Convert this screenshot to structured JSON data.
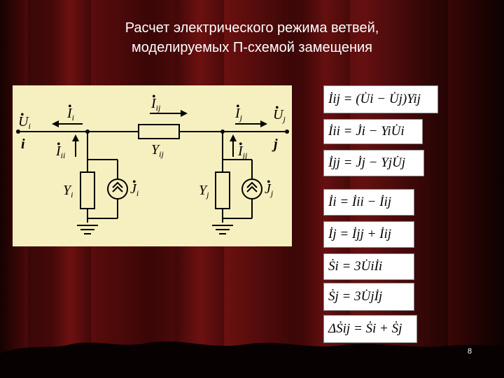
{
  "slide": {
    "title_line1": "Расчет электрического режима ветвей,",
    "title_line2": "моделируемых П-схемой замещения",
    "page_number": "8"
  },
  "circuit": {
    "labels": {
      "u_i": "U",
      "u_i_sub": "i",
      "i_i": "I",
      "i_i_sub": "i",
      "i_ij": "I",
      "i_ij_sub": "ij",
      "i_j": "I",
      "i_j_sub": "j",
      "u_j": "U",
      "u_j_sub": "j",
      "node_i": "i",
      "node_j": "j",
      "i_ii": "I",
      "i_ii_sub": "ii",
      "y_ij": "Y",
      "y_ij_sub": "ij",
      "i_jj": "I",
      "i_jj_sub": "jj",
      "y_i": "Y",
      "y_i_sub": "i",
      "j_i": "J",
      "j_i_sub": "i",
      "y_j": "Y",
      "y_j_sub": "j",
      "j_j": "J",
      "j_j_sub": "j"
    }
  },
  "equations": [
    "İij = (U̇i − U̇j)Yij",
    "İii = J̇i − YiU̇i",
    "İjj = J̇j − YjU̇j",
    "İi = İii − İij",
    "İj = İjj + İij",
    "Ṡi = 3U̇iİi",
    "Ṡj = 3U̇jİj",
    "ΔṠij = Ṡi + Ṡj"
  ],
  "colors": {
    "panel_background": "#f6f0c0",
    "curtain_red": "#6a1010",
    "curtain_dark": "#2a0505",
    "title_text": "#ffffff"
  }
}
